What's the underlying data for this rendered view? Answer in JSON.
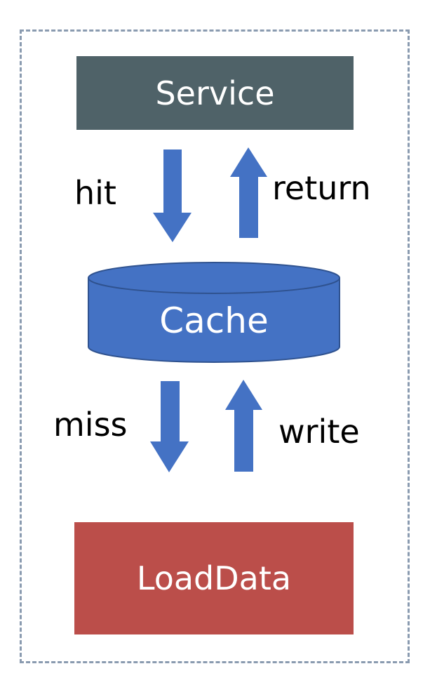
{
  "diagram": {
    "service": {
      "label": "Service",
      "color": "#4f6268"
    },
    "cache": {
      "label": "Cache",
      "color": "#4472c4"
    },
    "loaddata": {
      "label": "LoadData",
      "color": "#bb4e4a"
    },
    "arrow_color": "#4472c4",
    "frame_color": "#8a9bb0",
    "edges": {
      "hit": "hit",
      "return": "return",
      "miss": "miss",
      "write": "write"
    }
  }
}
